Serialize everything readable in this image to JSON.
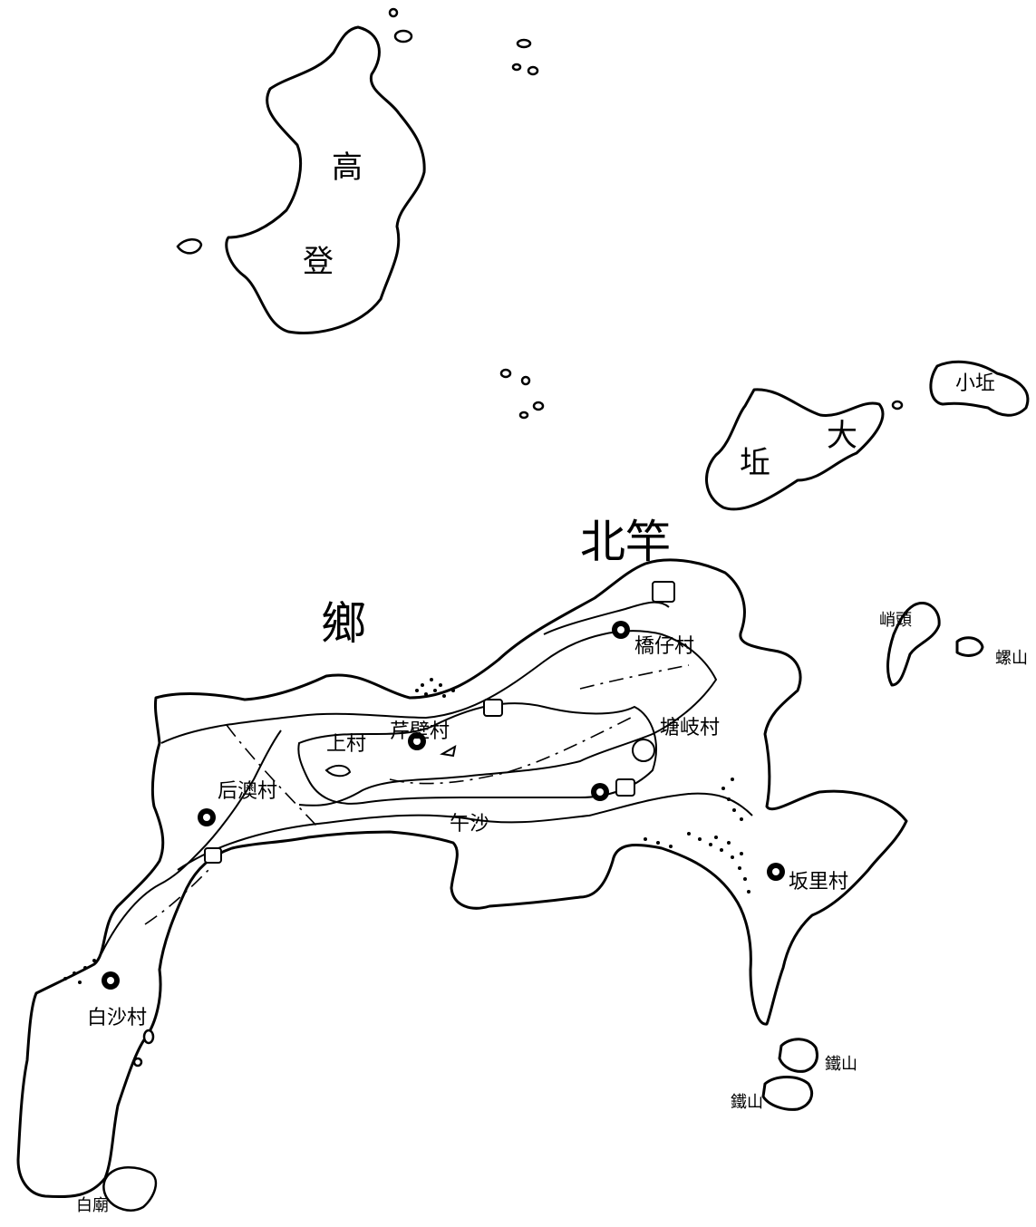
{
  "region": {
    "name_part1": "北竿",
    "name_part2": "鄉"
  },
  "islands": {
    "gaodeng_a": "高",
    "gaodeng_b": "登",
    "daqiu_a": "大",
    "daqiu_b": "坵",
    "xiaoqiu": "小坵",
    "east_islet_a": "峭頭",
    "east_islet_b": "螺山",
    "south_islet_a": "鐵山",
    "south_islet_b": "鐵山",
    "sw_islet": "白廟"
  },
  "villages": {
    "qiaozi": "橋仔村",
    "shangcun": "上村",
    "tangqi": "塘岐村",
    "houao": "后澳村",
    "banli": "坂里村",
    "qiaoshan": "芹壁村",
    "baisha": "白沙村",
    "wushashan": "午沙"
  },
  "colors": {
    "ink": "#000000",
    "paper": "#ffffff"
  }
}
